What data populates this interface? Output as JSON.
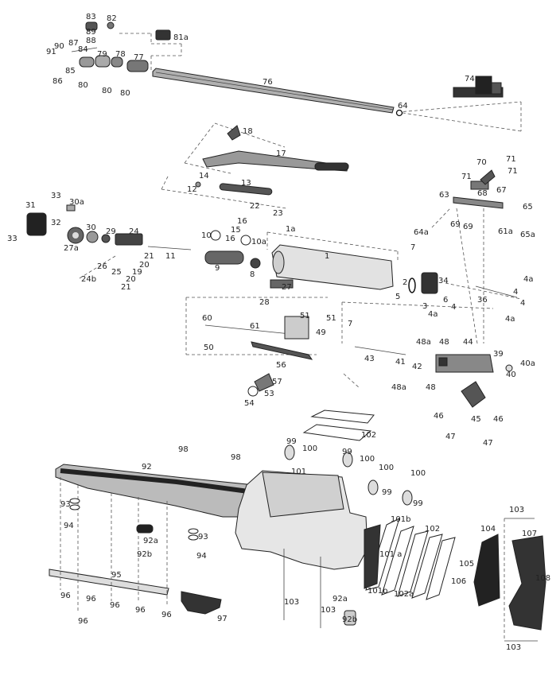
{
  "labels": {
    "l83": "83",
    "l82": "82",
    "l89": "89",
    "l88": "88",
    "l81a": "81a",
    "l91": "91",
    "l90": "90",
    "l87": "87",
    "l84": "84",
    "l79": "79",
    "l78": "78",
    "l77": "77",
    "l85": "85",
    "l86": "86",
    "l80a": "80",
    "l80b": "80",
    "l80c": "80",
    "l76": "76",
    "l74": "74",
    "l64": "64",
    "l18": "18",
    "l17": "17",
    "l70": "70",
    "l71a": "71",
    "l71b": "71",
    "l67": "67",
    "l68": "68",
    "l14": "14",
    "l12": "12",
    "l13": "13",
    "l22": "22",
    "l23": "23",
    "l63": "63",
    "l65": "65",
    "l65a": "65a",
    "l69a": "69",
    "l69b": "69",
    "l61a": "61a",
    "l64a": "64a",
    "l33a": "33",
    "l30a": "30a",
    "l31": "31",
    "l32": "32",
    "l33b": "33",
    "l30": "30",
    "l29": "29",
    "l24": "24",
    "l27a": "27a",
    "l16a": "16",
    "l15": "15",
    "l10": "10",
    "l16b": "16",
    "l10a": "10a",
    "l1a": "1a",
    "l7a": "7",
    "l1": "1",
    "l11": "11",
    "l26": "26",
    "l25": "25",
    "l21a": "21",
    "l20a": "20",
    "l19": "19",
    "l20b": "20",
    "l21b": "21",
    "l24b": "24b",
    "l9": "9",
    "l8": "8",
    "l2": "2",
    "l34": "34",
    "l27": "27",
    "l28": "28",
    "l5": "5",
    "l3": "3",
    "l6": "6",
    "l36": "36",
    "l4a": "4",
    "l4b": "4",
    "l4c": "4a",
    "l4d": "4a",
    "l4e": "4",
    "l4f": "4a",
    "l51a": "51",
    "l51b": "51",
    "l60": "60",
    "l61": "61",
    "l49": "49",
    "l7b": "7",
    "l50": "50",
    "l48": "48",
    "l48a": "48a",
    "l44": "44",
    "l43": "43",
    "l41": "41",
    "l42": "42",
    "l39": "39",
    "l40": "40",
    "l40a": "40a",
    "l56": "56",
    "l57": "57",
    "l53": "53",
    "l54": "54",
    "l48a2": "48a",
    "l48b": "48",
    "l46a": "46",
    "l45": "45",
    "l46b": "46",
    "l47a": "47",
    "l47b": "47",
    "l102a": "102",
    "l98a": "98",
    "l98b": "98",
    "l92": "92",
    "l99a": "99",
    "l100a": "100",
    "l99b": "99",
    "l100b": "100",
    "l101": "101",
    "l100c": "100",
    "l100d": "100",
    "l99c": "99",
    "l99d": "99",
    "l93a": "93",
    "l94a": "94",
    "l92a": "92a",
    "l92b": "92b",
    "l93b": "93",
    "l94b": "94",
    "l101b": "101b",
    "l102b": "102",
    "l101a": "101 a",
    "l103a": "103",
    "l104": "104",
    "l107": "107",
    "l105": "105",
    "l106": "106",
    "l108": "108",
    "l95": "95",
    "l96a": "96",
    "l96b": "96",
    "l96c": "96",
    "l96d": "96",
    "l96e": "96",
    "l96f": "96",
    "l97": "97",
    "l103b": "103",
    "l103c": "103",
    "l92a2": "92a",
    "l92b2": "92b",
    "l101b2": "101b",
    "l102a2": "102a",
    "l103d": "103"
  },
  "colors": {
    "line": "#444444",
    "metal_dark": "#2a2a2a",
    "metal_mid": "#6e6e6e",
    "metal_light": "#b5b5b5",
    "stock_light": "#dcdcdc",
    "stock_mid": "#a9a9a9",
    "paper": "#ffffff"
  }
}
